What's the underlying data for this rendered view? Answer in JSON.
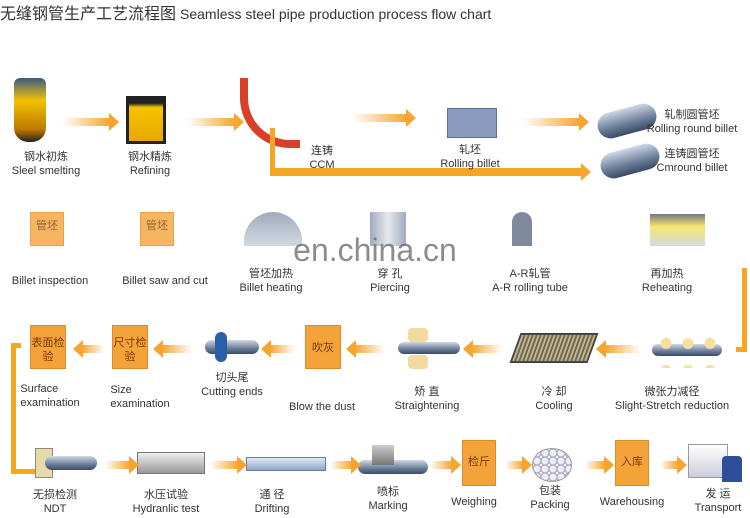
{
  "title": {
    "zh": "无缝钢管生产工艺流程图",
    "en": "Seamless steel pipe production process flow chart"
  },
  "watermark": "en.china.cn",
  "row1": [
    {
      "zh": "钢水初炼",
      "en": "Sleel smelting"
    },
    {
      "zh": "钢水精炼",
      "en": "Refining"
    },
    {
      "zh": "连铸",
      "en": "CCM"
    },
    {
      "zh": "轧坯",
      "en": "Rolling billet"
    },
    {
      "zh": "轧制圆管坯",
      "en": "Rolling round billet"
    },
    {
      "zh": "连铸圆管坯",
      "en": "Cmround billet"
    }
  ],
  "row2": [
    {
      "box": "管坯",
      "en": "Billet inspection"
    },
    {
      "box": "管坯",
      "en": "Billet saw and cut"
    },
    {
      "zh": "管坯加热",
      "en": "Billet heating"
    },
    {
      "zh": "穿 孔",
      "en": "Piercing"
    },
    {
      "zh": "A-R轧管",
      "en": "A-R rolling tube"
    },
    {
      "zh": "再加热",
      "en": "Reheating"
    }
  ],
  "row3": [
    {
      "box": "表面检验",
      "en1": "Surface",
      "en2": "examination"
    },
    {
      "box": "尺寸检验",
      "en1": "Size",
      "en2": "examination"
    },
    {
      "zh": "切头尾",
      "en": "Cutting ends"
    },
    {
      "box": "吹灰",
      "en": "Blow the dust"
    },
    {
      "zh": "矫 直",
      "en": "Straightening"
    },
    {
      "zh": "冷 却",
      "en": "Cooling"
    },
    {
      "zh": "微张力减径",
      "en": "Slight-Stretch reduction"
    }
  ],
  "row4": [
    {
      "zh": "无损检测",
      "en": "NDT"
    },
    {
      "zh": "水压试验",
      "en": "Hydranlic test"
    },
    {
      "zh": "通 径",
      "en": "Drifting"
    },
    {
      "zh": "喷标",
      "en": "Marking"
    },
    {
      "box": "检斤",
      "en": "Weighing"
    },
    {
      "zh": "包装",
      "en": "Packing"
    },
    {
      "box": "入库",
      "en": "Warehousing"
    },
    {
      "zh": "发 运",
      "en": "Transport"
    }
  ]
}
